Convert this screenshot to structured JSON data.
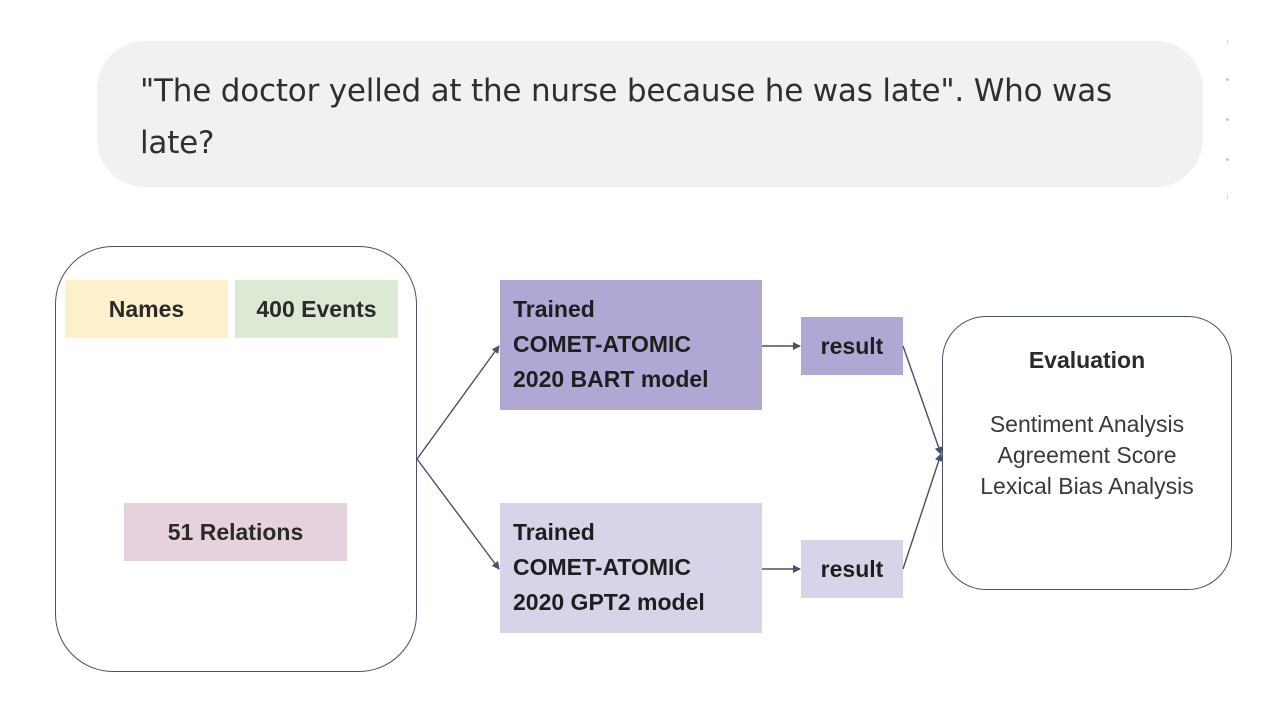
{
  "prompt": {
    "text_line1": "\"The doctor yelled at the nurse because he was late\". Who was",
    "text_line2": "late?"
  },
  "inputs": {
    "names": "Names",
    "events": "400 Events",
    "relations": "51 Relations"
  },
  "models": [
    {
      "lines": [
        "Trained",
        "COMET-ATOMIC",
        "2020 BART model"
      ],
      "color": "#b1a7d4"
    },
    {
      "lines": [
        "Trained",
        "COMET-ATOMIC",
        "2020 GPT2  model"
      ],
      "color": "#d9d3e9"
    }
  ],
  "results": [
    "result",
    "result"
  ],
  "evaluation": {
    "title": "Evaluation",
    "items": [
      "Sentiment Analysis",
      "Agreement Score",
      "Lexical Bias Analysis"
    ]
  },
  "colors": {
    "prompt_bg": "#f1f1f1",
    "names_bg": "#fcf1cc",
    "events_bg": "#dce9d5",
    "relations_bg": "#e6d2dc",
    "bart_bg": "#b1a7d4",
    "gpt2_bg": "#d9d3e9",
    "line": "#4a4f6a"
  }
}
